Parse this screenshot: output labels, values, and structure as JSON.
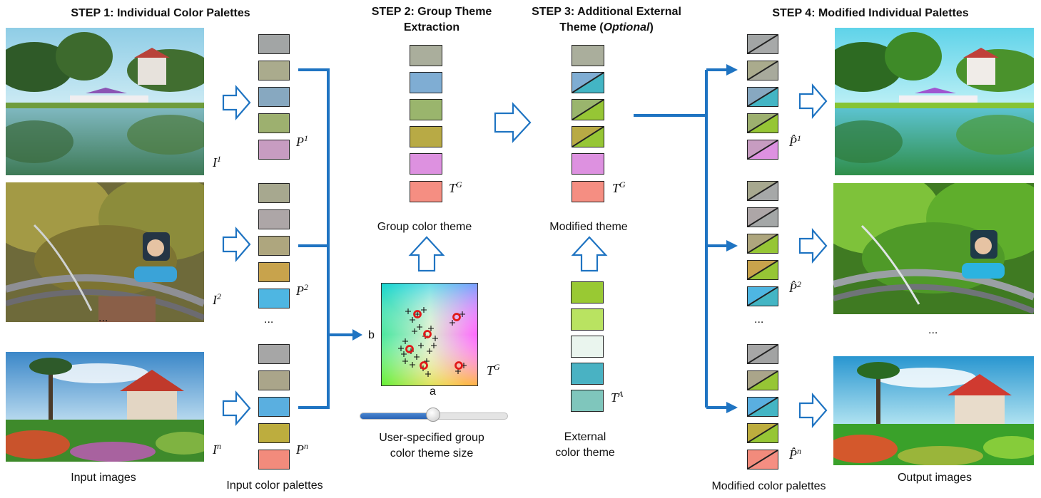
{
  "titles": {
    "step1": "STEP 1: Individual Color Palettes",
    "step2_line1": "STEP 2: Group Theme",
    "step2_line2": "Extraction",
    "step3_line1": "STEP 3: Additional External",
    "step3_line2_a": "Theme (",
    "step3_line2_b": "Optional",
    "step3_line2_c": ")",
    "step4": "STEP 4: Modified Individual Palettes"
  },
  "captions": {
    "input_images": "Input images",
    "input_palettes": "Input color palettes",
    "group_theme": "Group color theme",
    "modified_theme": "Modified theme",
    "user_size_1": "User-specified group",
    "user_size_2": "color theme size",
    "external_1": "External",
    "external_2": "color theme",
    "modified_palettes": "Modified color palettes",
    "output_images": "Output images"
  },
  "labels": {
    "i1_base": "I",
    "i1_sup": "1",
    "i2_base": "I",
    "i2_sup": "2",
    "in_base": "I",
    "in_sup": "n",
    "p1_base": "P",
    "p1_sup": "1",
    "p2_base": "P",
    "p2_sup": "2",
    "pn_base": "P",
    "pn_sup": "n",
    "tg_base": "T",
    "tg_sup": "G",
    "ta_base": "T",
    "ta_sup": "A",
    "ph1_base": "P̂",
    "ph1_sup": "1",
    "ph2_base": "P̂",
    "ph2_sup": "2",
    "phn_base": "P̂",
    "phn_sup": "n",
    "ellipsis": "...",
    "axis_a": "a",
    "axis_b": "b"
  },
  "palettes": {
    "p1": [
      "#a2a5a5",
      "#aaab8d",
      "#87a8c0",
      "#9db06f",
      "#c79cc1"
    ],
    "p2": [
      "#a7a88f",
      "#ada6a7",
      "#aea67e",
      "#c8a34c",
      "#4eb6e2"
    ],
    "pn": [
      "#a6a6a6",
      "#aaa58a",
      "#5aafe0",
      "#bdad3e",
      "#f28b7c"
    ],
    "group": [
      "#aaae9c",
      "#7fadd3",
      "#9ab56d",
      "#b8aa45",
      "#dd91e0",
      "#f58e82"
    ],
    "modified": [
      "#aaae9c",
      "#7fadd3",
      "#9ab56d",
      "#b8aa45",
      "#dd91e0",
      "#f58e82"
    ],
    "modified_new": [
      "",
      "#43b5c4",
      "#96c635",
      "#96c635",
      "",
      ""
    ],
    "external": [
      "#99c933",
      "#b9e361",
      "#eaf5ee",
      "#49b2c3",
      "#7fc6bc"
    ],
    "mod_p1": [
      "#a2a5a5",
      "#aaab8d",
      "#87a8c0",
      "#9db06f",
      "#c79cc1"
    ],
    "mod_p1_new": [
      "#a7a9a9",
      "#a8aa9c",
      "#43b5c4",
      "#96c635",
      "#dd91e0"
    ],
    "mod_p2": [
      "#a7a88f",
      "#ada6a7",
      "#aea67e",
      "#c8a34c",
      "#4eb6e2"
    ],
    "mod_p2_new": [
      "#a6a8a8",
      "#a4a7a7",
      "#96c635",
      "#96c635",
      "#43b5c4"
    ],
    "mod_pn": [
      "#a6a6a6",
      "#aaa58a",
      "#5aafe0",
      "#bdad3e",
      "#f28b7c"
    ],
    "mod_pn_new": [
      "#a2a3a3",
      "#96c635",
      "#43b5c4",
      "#96c635",
      "#f58e82"
    ]
  },
  "slider": {
    "value": 0.5
  },
  "colors": {
    "arrow_blue": "#1f74c2"
  }
}
